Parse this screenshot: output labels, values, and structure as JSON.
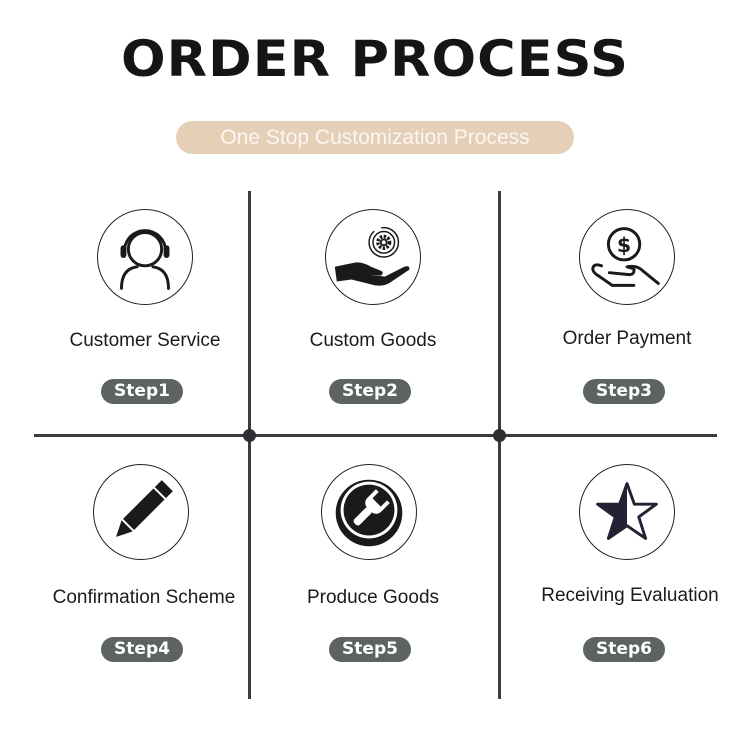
{
  "header": {
    "title": "ORDER PROCESS",
    "subtitle": "One Stop Customization Process",
    "subtitle_bg_color": "#e6cfb7"
  },
  "steps": [
    {
      "label": "Customer Service",
      "badge": "Step1",
      "icon": "headset-person-icon"
    },
    {
      "label": "Custom Goods",
      "badge": "Step2",
      "icon": "hand-gear-icon"
    },
    {
      "label": "Order Payment",
      "badge": "Step3",
      "icon": "hand-dollar-coin-icon"
    },
    {
      "label": "Confirmation Scheme",
      "badge": "Step4",
      "icon": "pencil-icon"
    },
    {
      "label": "Produce Goods",
      "badge": "Step5",
      "icon": "wrench-icon"
    },
    {
      "label": "Receiving Evaluation",
      "badge": "Step6",
      "icon": "half-star-icon"
    }
  ],
  "colors": {
    "grid_line": "#3b3b3d",
    "badge_bg": "#5d6360",
    "text": "#1b1b1b"
  }
}
